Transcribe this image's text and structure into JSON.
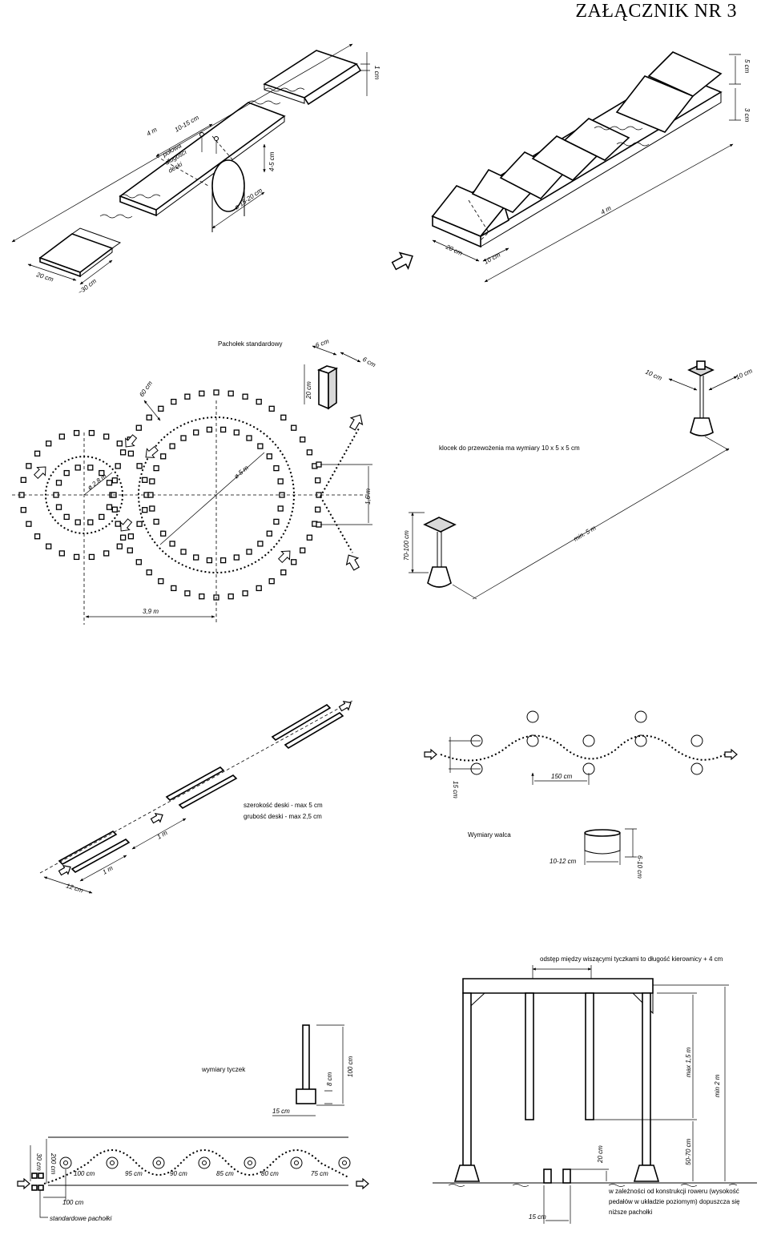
{
  "title": "ZAŁĄCZNIK NR 3",
  "seesaw": {
    "length": "4 m",
    "offset": "10-15 cm",
    "half": [
      "połowa",
      "długości",
      "deski"
    ],
    "height": "4-5 cm",
    "diameter": "ø 15-20 cm",
    "width": "20 cm",
    "ramp": "~30 cm",
    "thickness": "1 cm"
  },
  "steps": {
    "h1": "5 cm",
    "h2": "3 cm",
    "length": "4 m",
    "width": "20 cm",
    "step": "10 cm"
  },
  "circles": {
    "cone_label": "Pachołek standardowy",
    "cone_w": "6 cm",
    "cone_d": "6 cm",
    "cone_h": "20 cm",
    "gap": "60 cm",
    "small_d": "ø 2,8 m",
    "big_d": "ø 5 m",
    "offset": "1,6 m",
    "distance": "3,9 m"
  },
  "transport": {
    "block_label": "klocek do przewożenia ma wymiary 10 x 5 x 5 cm",
    "top_w": "10 cm",
    "top_d": "10 cm",
    "height": "70-100 cm",
    "distance": "min. 5 m"
  },
  "planks": {
    "note1": "szerokość deski - max 5 cm",
    "note2": "grubość deski - max 2,5 cm",
    "gap": "1 m",
    "length": "1 m",
    "width": "12 cm"
  },
  "slalom_circles": {
    "offset": "15 cm",
    "spacing": "150 cm",
    "roller_label": "Wymiary walca",
    "roller_w": "10-12 cm",
    "roller_h": "6-10 cm"
  },
  "poles": {
    "label": "wymiary tyczek",
    "base_w": "15 cm",
    "base_h": "8 cm",
    "height": "100 cm",
    "lane_w": "200 cm",
    "cone_offset": "30 cm",
    "spacings": [
      "100 cm",
      "95 cm",
      "90 cm",
      "85 cm",
      "80 cm",
      "75 cm"
    ],
    "start": "100 cm",
    "cones_label": "standardowe pachołki"
  },
  "gate": {
    "top_note": "odstęp między wiszącymi tyczkami to długość kierownicy + 4 cm",
    "pole_h": "max 1,5 m",
    "total_h": "min 2 m",
    "clear_h": "50-70 cm",
    "cone_h": "20 cm",
    "cone_w": "15 cm",
    "note": [
      "w zależności od konstrukcji roweru (wysokość",
      "pedałów w układzie poziomym) dopuszcza się",
      "niższe pachołki"
    ]
  }
}
